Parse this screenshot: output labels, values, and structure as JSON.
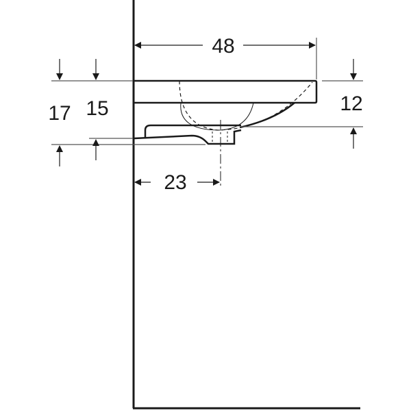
{
  "diagram": {
    "type": "technical-drawing",
    "subject": "washbasin side elevation",
    "colors": {
      "line": "#1a1a1a",
      "thin_line": "#555555",
      "background": "#ffffff"
    },
    "dimensions": {
      "width": {
        "label": "48"
      },
      "depth_to_drain": {
        "label": "23"
      },
      "total_height": {
        "label": "17"
      },
      "height_to_outlet": {
        "label": "15"
      },
      "front_height": {
        "label": "12"
      }
    }
  }
}
